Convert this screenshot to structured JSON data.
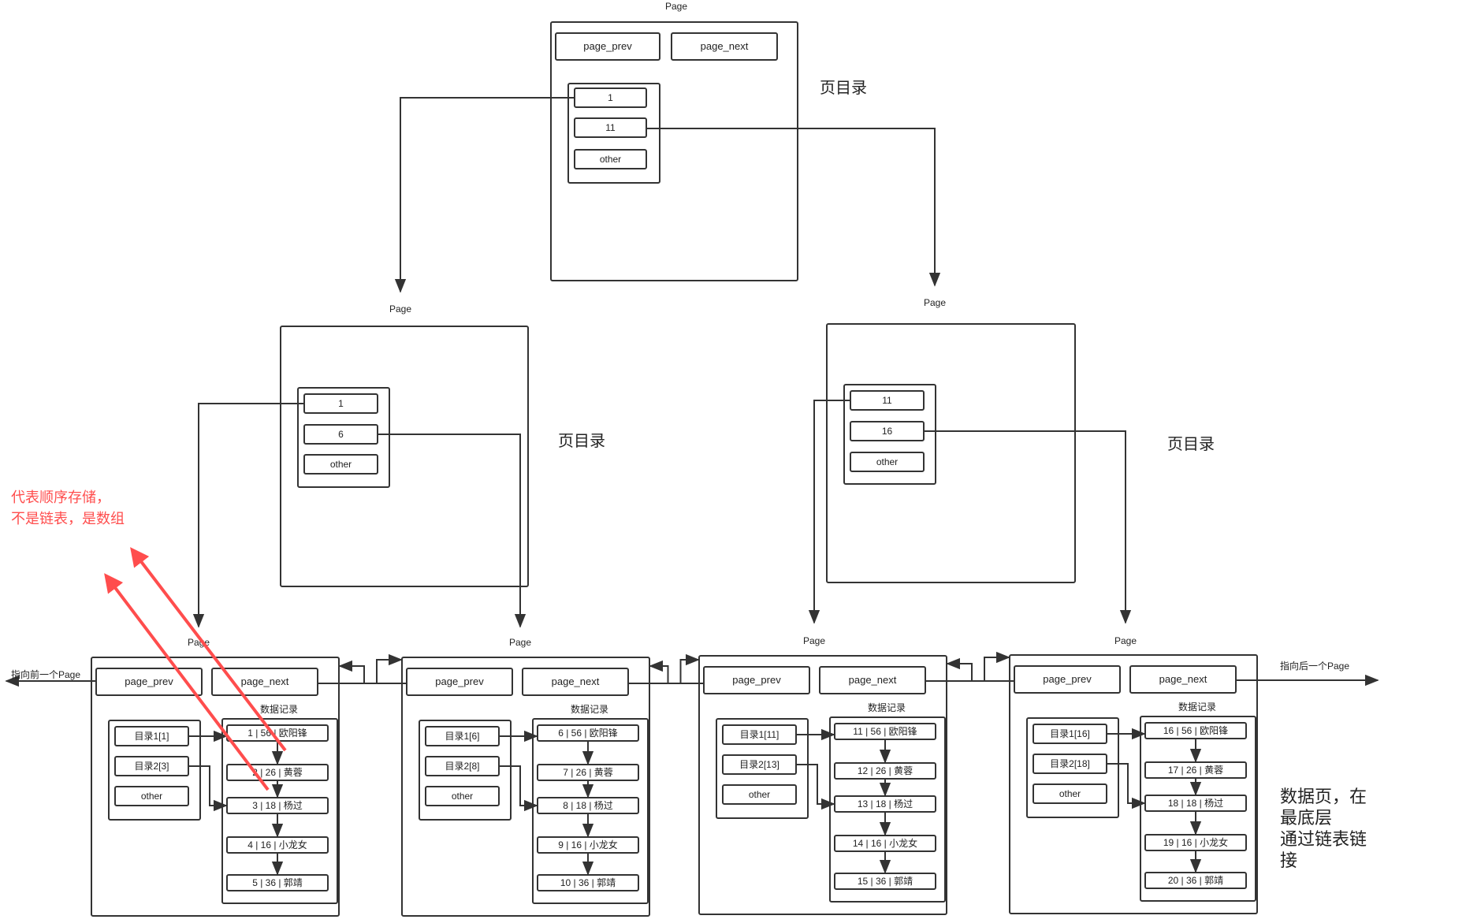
{
  "labels": {
    "page": "Page",
    "page_prev": "page_prev",
    "page_next": "page_next",
    "other": "other",
    "data_records": "数据记录",
    "page_directory": "页目录",
    "prev_page_pointer": "指向前一个Page",
    "next_page_pointer": "指向后一个Page"
  },
  "annotation": {
    "line1": "代表顺序存储，",
    "line2": "不是链表，是数组"
  },
  "data_page_note": [
    "数据页，在",
    "最底层",
    "通过链表链",
    "接"
  ],
  "root_page": {
    "entries": [
      "1",
      "11",
      "other"
    ]
  },
  "mid_pages": [
    {
      "entries": [
        "1",
        "6",
        "other"
      ]
    },
    {
      "entries": [
        "11",
        "16",
        "other"
      ]
    }
  ],
  "leaf_pages": [
    {
      "dirs": [
        "目录1[1]",
        "目录2[3]",
        "other"
      ],
      "records": [
        "1 | 56 | 欧阳锋",
        "2 | 26 | 黄蓉",
        "3 | 18 | 杨过",
        "4 | 16 | 小龙女",
        "5 | 36 | 郭靖"
      ]
    },
    {
      "dirs": [
        "目录1[6]",
        "目录2[8]",
        "other"
      ],
      "records": [
        "6 | 56 | 欧阳锋",
        "7 | 26 | 黄蓉",
        "8 | 18 | 杨过",
        "9 | 16 | 小龙女",
        "10 | 36 | 郭靖"
      ]
    },
    {
      "dirs": [
        "目录1[11]",
        "目录2[13]",
        "other"
      ],
      "records": [
        "11 | 56 | 欧阳锋",
        "12 | 26 | 黄蓉",
        "13 | 18 | 杨过",
        "14 | 16 | 小龙女",
        "15 | 36 | 郭靖"
      ]
    },
    {
      "dirs": [
        "目录1[16]",
        "目录2[18]",
        "other"
      ],
      "records": [
        "16 | 56 | 欧阳锋",
        "17 | 26 | 黄蓉",
        "18 | 18 | 杨过",
        "19 | 16 | 小龙女",
        "20 | 36 | 郭靖"
      ]
    }
  ],
  "colors": {
    "line": "#333333",
    "annotation": "#ff4d4d"
  }
}
